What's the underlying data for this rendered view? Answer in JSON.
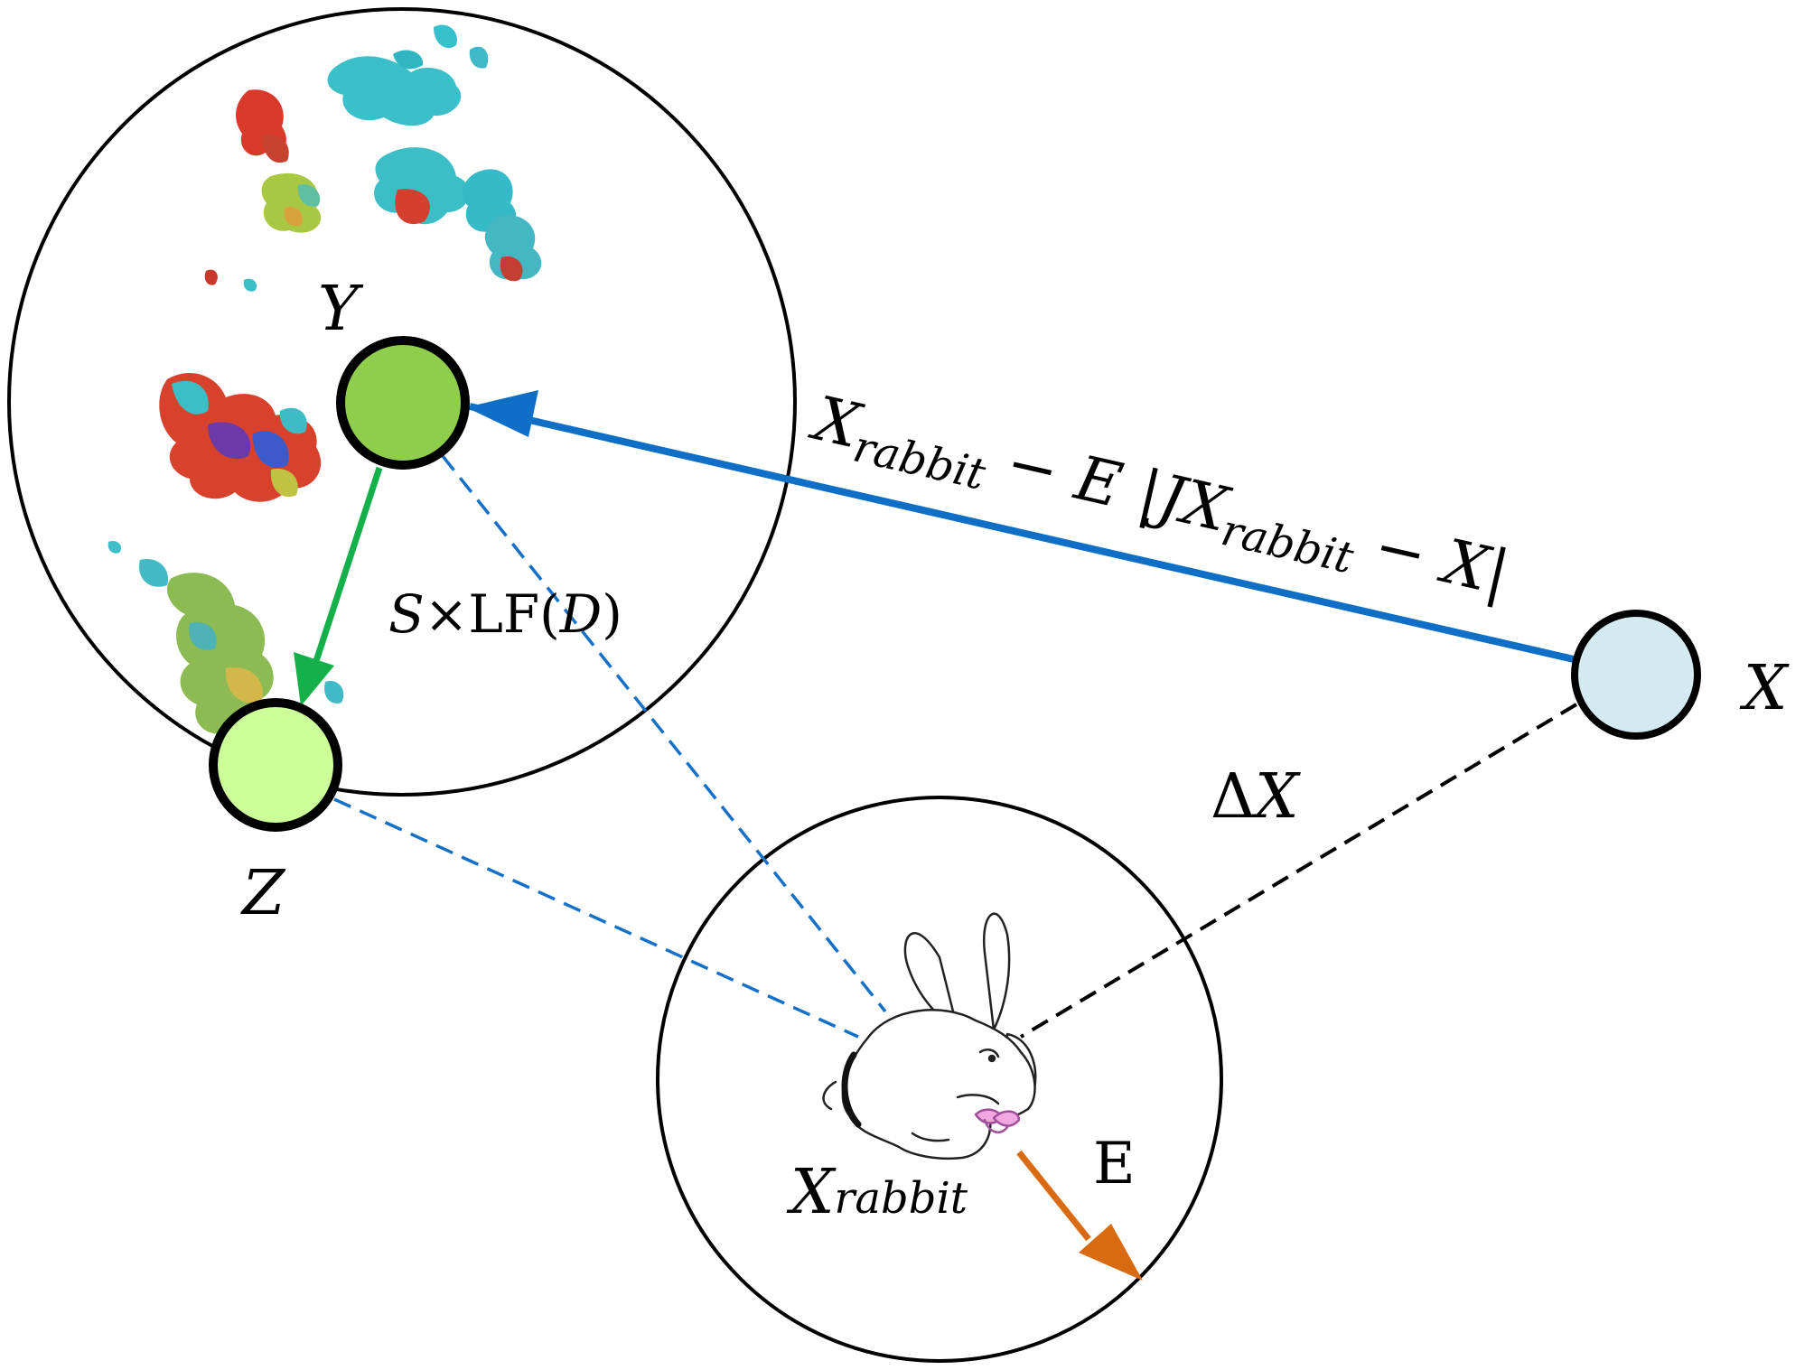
{
  "diagram": {
    "labels": {
      "y_symbol": "Y",
      "z_symbol": "Z",
      "x_symbol": "X",
      "levy_flight": {
        "s": "S",
        "times": "×",
        "lf": "LF(",
        "d": "D",
        "close": ")"
      },
      "delta_x": {
        "delta": "Δ",
        "x": "X"
      },
      "x_rabbit": {
        "x": "X",
        "sub": "rabbit"
      },
      "energy": "E",
      "update_equation": {
        "x1": "X",
        "sub1": "rabbit",
        "minus1": " − ",
        "e": "E",
        "bar_open": " |",
        "j": "J",
        "x2": "X",
        "sub2": "rabbit",
        "minus2": " − ",
        "x3": "X",
        "bar_close": "|"
      }
    },
    "colors": {
      "blue_arrow": "#0f6fc6",
      "green_arrow": "#14b04a",
      "orange_arrow": "#d86a12",
      "node_y_fill": "#8fce4c",
      "node_z_fill": "#ccff99",
      "node_x_fill": "#d3eaf0",
      "dashed_blue": "#1570c8",
      "dashed_black": "#000000"
    },
    "icons": [
      "rabbit-icon",
      "paint-splatter-cluster"
    ]
  }
}
